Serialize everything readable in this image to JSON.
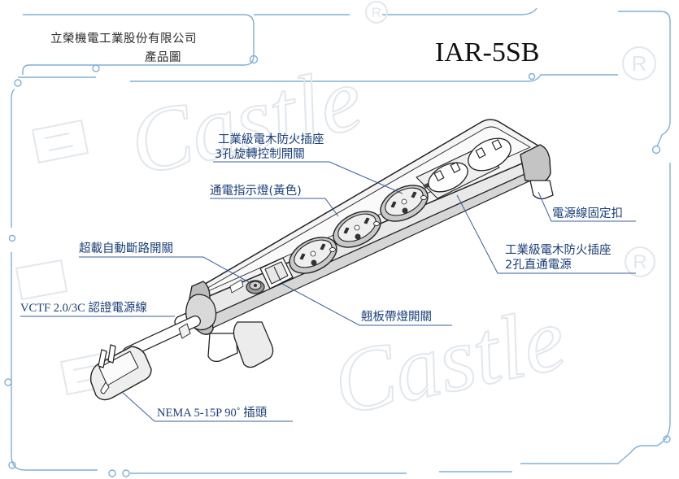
{
  "header": {
    "company": "立榮機電工業股份有限公司",
    "drawing_type": "產品圖",
    "model": "IAR-5SB"
  },
  "watermark": {
    "brand": "Castle",
    "registered_mark": "R"
  },
  "callouts": {
    "rotary_outlet_line1": "工業級電木防火插座",
    "rotary_outlet_line2": "3孔旋轉控制開關",
    "indicator_light": "通電指示燈(黃色)",
    "overload_breaker": "超載自動斷路開關",
    "power_cord": "VCTF 2.0/3C 認證電源線",
    "plug": "NEMA 5-15P  90˚ 插頭",
    "cord_clamp": "電源線固定扣",
    "direct_outlet_line1": "工業級電木防火插座",
    "direct_outlet_line2": "2孔直通電源",
    "rocker_switch": "翹板帶燈開關"
  },
  "colors": {
    "frame_line": "#7fb0d6",
    "callout_text": "#1b3f7a",
    "callout_line": "#3a5f9c",
    "drawing_line": "#222222",
    "watermark": "#e7ebef"
  }
}
